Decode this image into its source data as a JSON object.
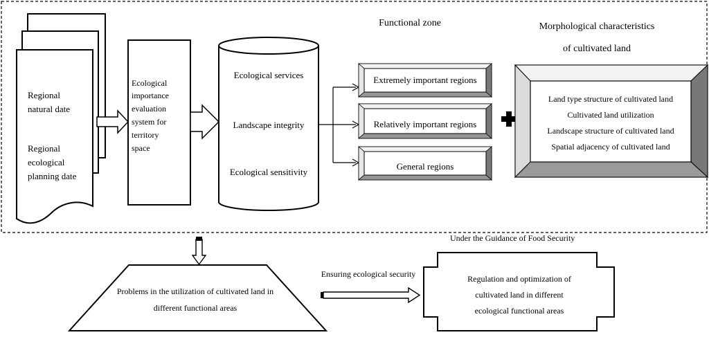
{
  "data_sources": {
    "line1": "Regional",
    "line2": "natural date",
    "line3": "Regional",
    "line4": "ecological",
    "line5": "planning date"
  },
  "evaluation_system": {
    "lines": [
      "Ecological",
      "importance",
      "evaluation",
      "system for",
      "territory",
      "space"
    ]
  },
  "indicators": {
    "item1": "Ecological services",
    "item2": "Landscape integrity",
    "item3": "Ecological sensitivity"
  },
  "functional_zone": {
    "title": "Functional zone",
    "zone1": "Extremely important regions",
    "zone2": "Relatively important regions",
    "zone3": "General regions"
  },
  "morphology": {
    "title_line1": "Morphological characteristics",
    "title_line2": "of cultivated land",
    "item1": "Land type structure of cultivated land",
    "item2": "Cultivated land utilization",
    "item3": "Landscape structure of cultivated land",
    "item4": "Spatial adjacency of cultivated land"
  },
  "problems": {
    "line1": "Problems in the utilization of cultivated land in",
    "line2": "different functional areas"
  },
  "security_label": "Ensuring ecological security",
  "food_security_label": "Under the Guidance of Food Security",
  "regulation": {
    "line1": "Regulation and optimization of",
    "line2": "cultivated land in different",
    "line3": "ecological functional areas"
  }
}
